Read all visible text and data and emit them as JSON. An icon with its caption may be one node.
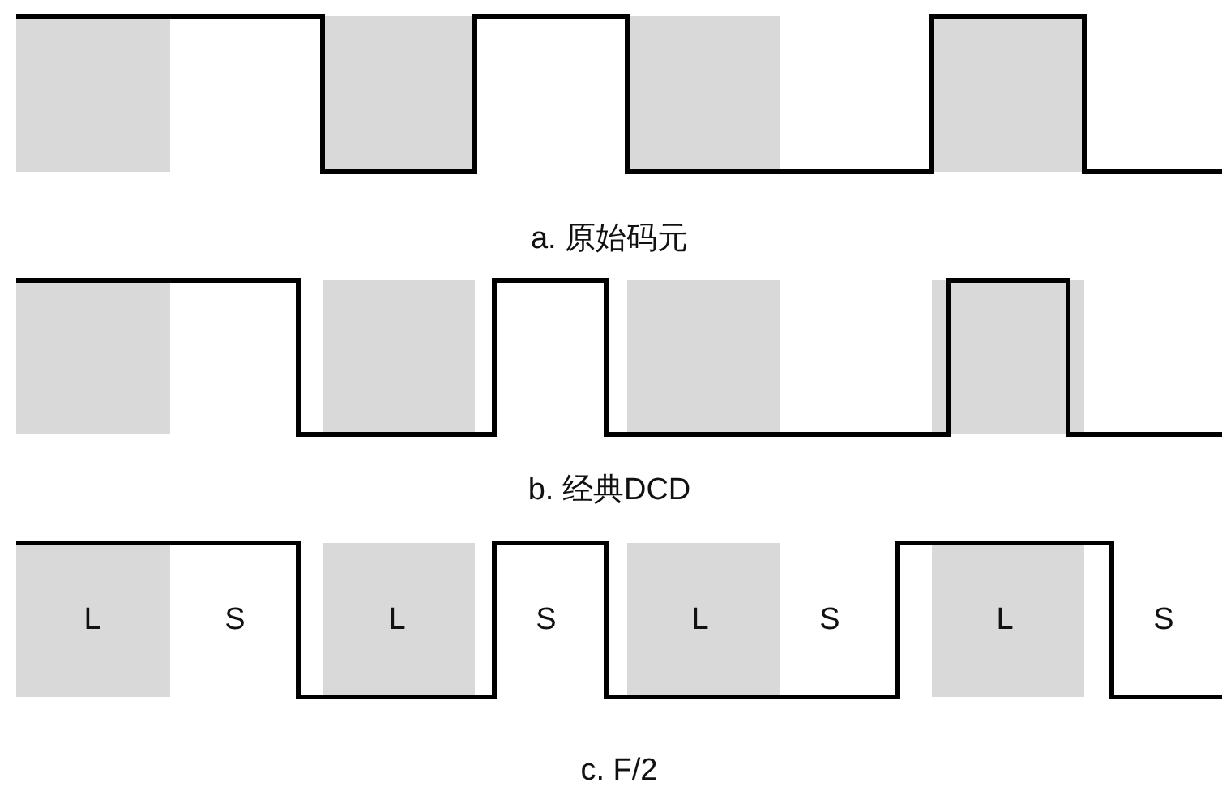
{
  "diagram": {
    "labels": [
      "a. 原始码元",
      "b. 经典DCD",
      "L",
      "S",
      "L",
      "S",
      "L",
      "S",
      "L",
      "S",
      "c. F/2"
    ]
  }
}
